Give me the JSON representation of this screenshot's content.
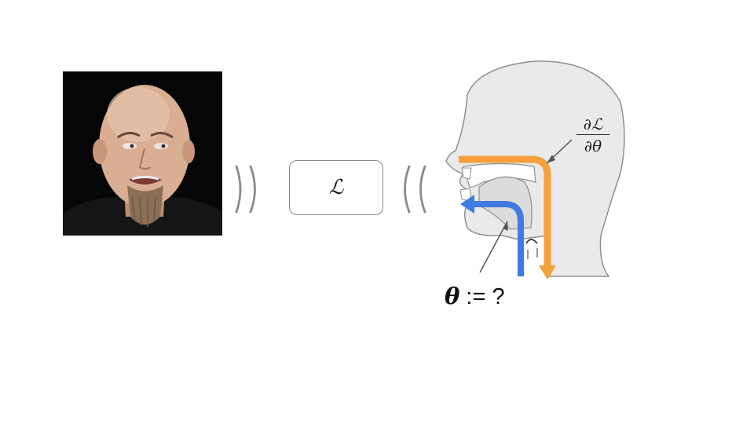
{
  "loss_box": {
    "symbol": "ℒ"
  },
  "gradient": {
    "numerator": "∂ℒ",
    "denominator": "∂θ"
  },
  "param": {
    "symbol": "θ",
    "text": " := ?"
  },
  "colors": {
    "forward_arrow": "#f5a03c",
    "backward_arrow": "#3f7be0",
    "head_fill": "#eaeaea",
    "head_stroke": "#8f8f8f"
  },
  "icons": [
    "face-photo",
    "sound-waves-left-icon",
    "sound-waves-right-icon",
    "vocal-tract-head-icon"
  ]
}
